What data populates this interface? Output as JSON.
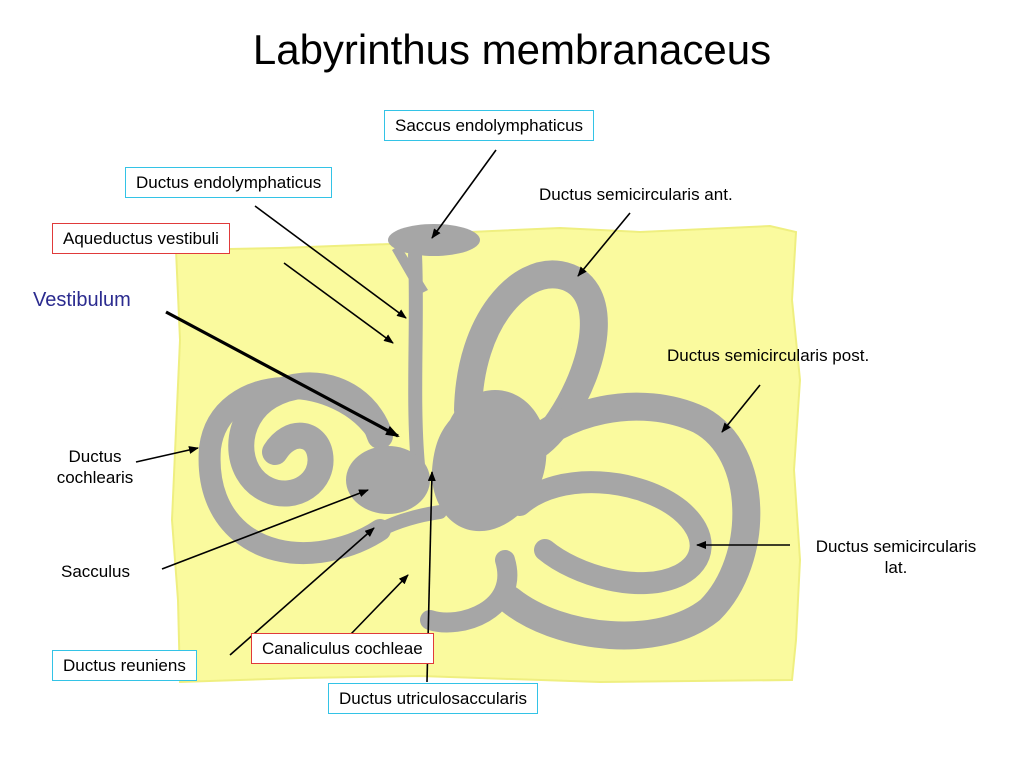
{
  "title": "Labyrinthus membranaceus",
  "colors": {
    "background_paper": "#fafa9e",
    "labyrinth_gray": "#a6a6a6",
    "box_cyan": "#33c3e6",
    "box_red": "#e03a3a",
    "vestibulum_text": "#2b2b8f"
  },
  "labels": {
    "saccus_endolymphaticus": "Saccus endolymphaticus",
    "ductus_endolymphaticus": "Ductus endolymphaticus",
    "aqueductus_vestibuli": "Aqueductus vestibuli",
    "vestibulum": "Vestibulum",
    "ductus_semicircularis_ant": "Ductus semicircularis ant.",
    "ductus_semicircularis_post": "Ductus semicircularis post.",
    "ductus_cochlearis_1": "Ductus",
    "ductus_cochlearis_2": "cochlearis",
    "sacculus": "Sacculus",
    "ductus_reuniens": "Ductus reuniens",
    "canaliculus_cochleae": "Canaliculus cochleae",
    "ductus_utriculosaccularis": "Ductus utriculosaccularis",
    "ductus_semicircularis_lat_1": "Ductus semicircularis",
    "ductus_semicircularis_lat_2": "lat."
  }
}
